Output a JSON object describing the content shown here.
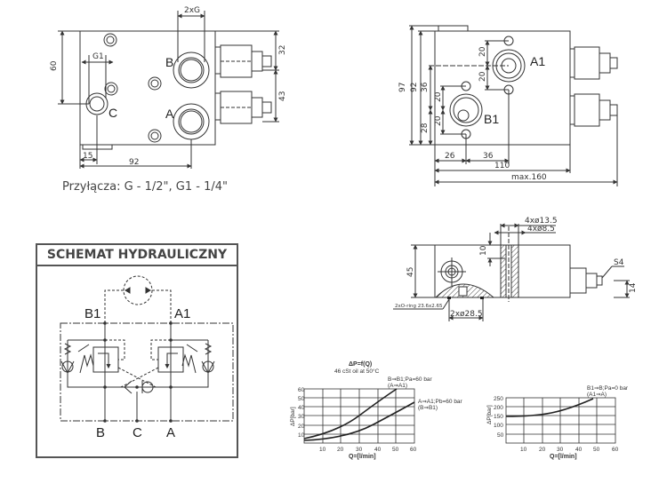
{
  "top_left_view": {
    "dims": {
      "d_2xG": "2xG",
      "d_G1": "G1",
      "d_60": "60",
      "d_32": "32",
      "d_43": "43",
      "d_15": "15",
      "d_92": "92"
    },
    "ports": {
      "B": "B",
      "A": "A",
      "C": "C"
    },
    "caption": "Przyłącza: G - 1/2\", G1 - 1/4\""
  },
  "top_right_view": {
    "dims": {
      "d_97": "97",
      "d_92": "92",
      "d_36": "36",
      "d_28": "28",
      "d_20a": "20",
      "d_20b": "20",
      "d_20c": "20",
      "d_20d": "20",
      "d_26": "26",
      "d_36b": "36",
      "d_110": "110",
      "d_max160": "max.160"
    },
    "ports": {
      "A1": "A1",
      "B1": "B1"
    }
  },
  "side_view": {
    "dims": {
      "d_4x135": "4xø13.5",
      "d_4x85": "4xø8.5",
      "d_10": "10",
      "d_45": "45",
      "d_S4": "S4",
      "d_14": "14",
      "d_oring": "2xO-ring 23.6x2.65",
      "d_2x285": "2xø28.5"
    }
  },
  "schema": {
    "title": "SCHEMAT HYDRAULICZNY",
    "ports": {
      "B1": "B1",
      "A1": "A1",
      "B": "B",
      "C": "C",
      "A": "A"
    }
  },
  "chart_data": [
    {
      "type": "line",
      "title": "ΔP=f(Q)",
      "subtitle": "46 cSt oil at 50°C",
      "xlabel": "Q=[l/min]",
      "ylabel": "ΔP[bar]",
      "xlim": [
        0,
        60
      ],
      "ylim": [
        0,
        60
      ],
      "x_ticks": [
        10,
        20,
        30,
        40,
        50,
        60
      ],
      "y_ticks": [
        10,
        20,
        30,
        40,
        50,
        60
      ],
      "grid": true,
      "series": [
        {
          "name": "B⇒B1;Pa=60 bar (A⇒A1)",
          "x": [
            0,
            10,
            20,
            30,
            40,
            50
          ],
          "y": [
            5,
            11,
            19,
            29,
            42,
            60
          ]
        },
        {
          "name": "A⇒A1;Pb=60 bar (B⇒B1)",
          "x": [
            0,
            10,
            20,
            30,
            40,
            50,
            60
          ],
          "y": [
            3,
            5,
            8,
            12,
            20,
            31,
            45
          ]
        }
      ]
    },
    {
      "type": "line",
      "title": "",
      "xlabel": "Q=[l/min]",
      "ylabel": "ΔP[bar]",
      "xlim": [
        0,
        60
      ],
      "ylim": [
        0,
        250
      ],
      "x_ticks": [
        10,
        20,
        30,
        40,
        50,
        60
      ],
      "y_ticks": [
        50,
        100,
        150,
        200,
        250
      ],
      "grid": true,
      "series": [
        {
          "name": "B1⇒B;Pa=0 bar (A1⇒A)",
          "x": [
            0,
            10,
            20,
            30,
            40,
            48
          ],
          "y": [
            150,
            152,
            160,
            180,
            210,
            245
          ]
        }
      ]
    }
  ],
  "chart1_labels": {
    "title": "ΔP=f(Q)",
    "subtitle": "46 cSt oil at 50°C",
    "xlabel": "Q=[l/min]",
    "ylabel": "ΔP[bar]",
    "s1a": "B⇒B1;Pa=60 bar",
    "s1b": "(A⇒A1)",
    "s2a": "A⇒A1;Pb=60 bar",
    "s2b": "(B⇒B1)"
  },
  "chart2_labels": {
    "xlabel": "Q=[l/min]",
    "ylabel": "ΔP[bar]",
    "s1a": "B1⇒B;Pa=0 bar",
    "s1b": "(A1⇒A)"
  }
}
